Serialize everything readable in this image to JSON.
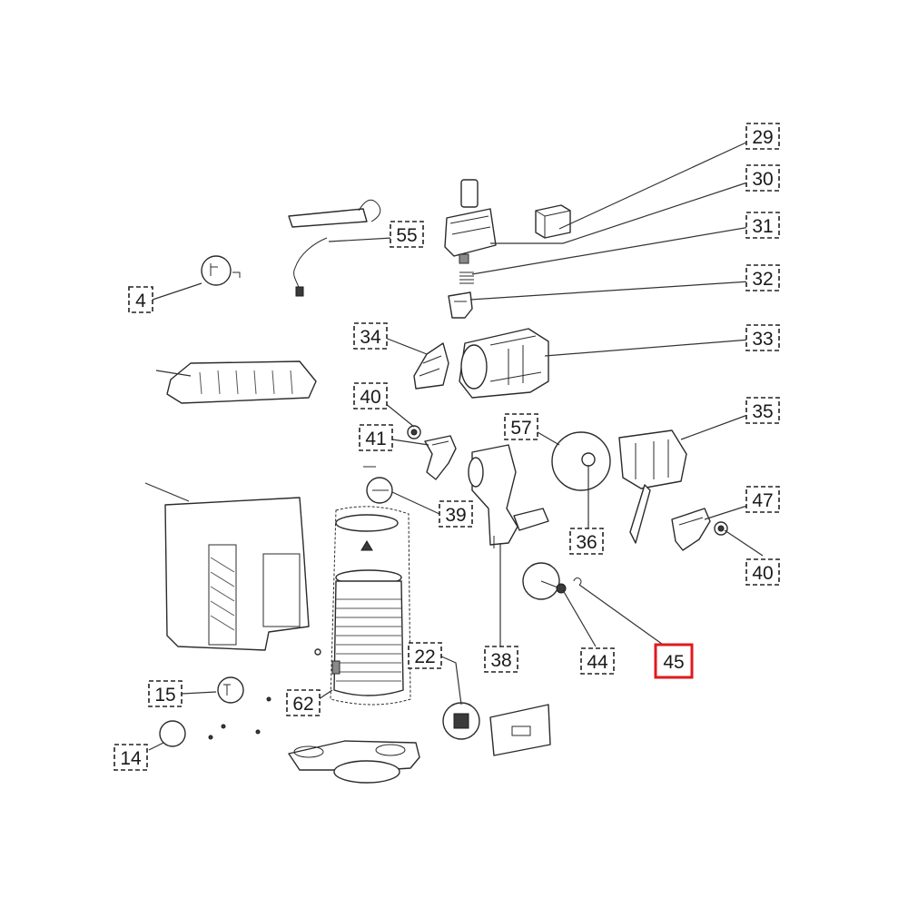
{
  "diagram": {
    "highlight_color": "#e0191e",
    "callouts": [
      {
        "id": "c29",
        "label": "29",
        "highlighted": false
      },
      {
        "id": "c30",
        "label": "30",
        "highlighted": false
      },
      {
        "id": "c31",
        "label": "31",
        "highlighted": false
      },
      {
        "id": "c32",
        "label": "32",
        "highlighted": false
      },
      {
        "id": "c33",
        "label": "33",
        "highlighted": false
      },
      {
        "id": "c34",
        "label": "34",
        "highlighted": false
      },
      {
        "id": "c35",
        "label": "35",
        "highlighted": false
      },
      {
        "id": "c36",
        "label": "36",
        "highlighted": false
      },
      {
        "id": "c38",
        "label": "38",
        "highlighted": false
      },
      {
        "id": "c39",
        "label": "39",
        "highlighted": false
      },
      {
        "id": "c40a",
        "label": "40",
        "highlighted": false
      },
      {
        "id": "c40b",
        "label": "40",
        "highlighted": false
      },
      {
        "id": "c41",
        "label": "41",
        "highlighted": false
      },
      {
        "id": "c44",
        "label": "44",
        "highlighted": false
      },
      {
        "id": "c45",
        "label": "45",
        "highlighted": true
      },
      {
        "id": "c47",
        "label": "47",
        "highlighted": false
      },
      {
        "id": "c55",
        "label": "55",
        "highlighted": false
      },
      {
        "id": "c57",
        "label": "57",
        "highlighted": false
      },
      {
        "id": "c62",
        "label": "62",
        "highlighted": false
      },
      {
        "id": "c4",
        "label": "4",
        "highlighted": false
      },
      {
        "id": "c14",
        "label": "14",
        "highlighted": false
      },
      {
        "id": "c15",
        "label": "15",
        "highlighted": false
      },
      {
        "id": "c22",
        "label": "22",
        "highlighted": false
      }
    ]
  }
}
